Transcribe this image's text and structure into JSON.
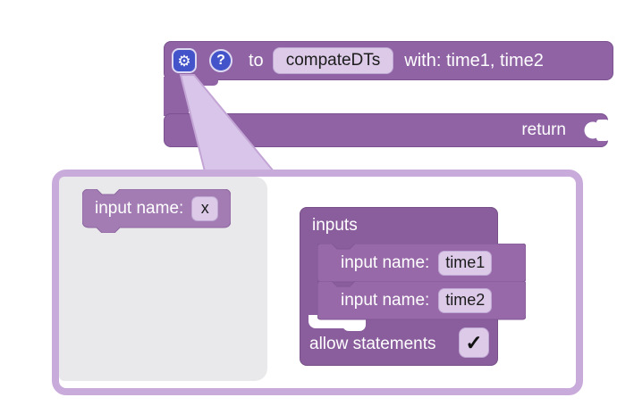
{
  "define_block": {
    "to_label": "to",
    "name_value": "compateDTs",
    "params_text": "with: time1, time2",
    "return_label": "return",
    "gear_icon": "⚙",
    "help_icon": "?"
  },
  "mutator_dialog": {
    "flyout": {
      "block_label": "input name:",
      "block_value": "x"
    },
    "workspace": {
      "container_label": "inputs",
      "inputs": [
        {
          "label": "input name:",
          "value": "time1"
        },
        {
          "label": "input name:",
          "value": "time2"
        }
      ],
      "allow_statements_label": "allow statements",
      "checkbox_glyph": "✓"
    }
  },
  "colors": {
    "block_main": "#8f63a4",
    "block_flyout": "#a37cb4",
    "block_container": "#8a5d9d",
    "block_inner": "#9769a8",
    "field_pill": "#dccae8",
    "dialog_border": "#c9abdb",
    "flyout_bg": "#e9e8ea",
    "icon_blue": "#4353c9"
  }
}
